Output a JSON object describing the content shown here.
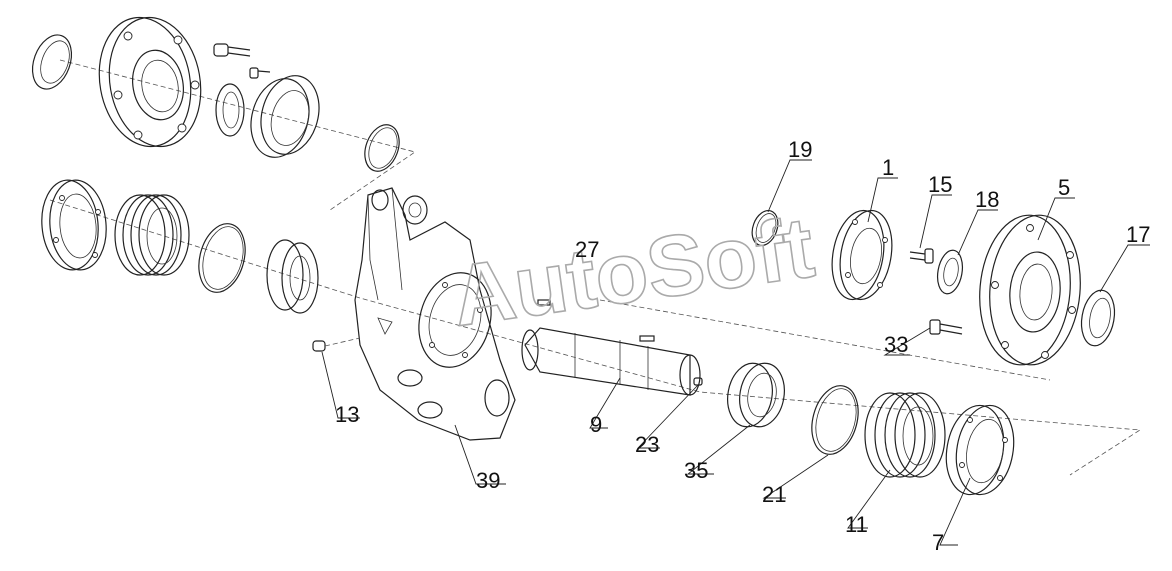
{
  "watermark": "AutoSoft",
  "callouts": [
    {
      "label": "1"
    },
    {
      "label": "5"
    },
    {
      "label": "7"
    },
    {
      "label": "9"
    },
    {
      "label": "11"
    },
    {
      "label": "13"
    },
    {
      "label": "15"
    },
    {
      "label": "17"
    },
    {
      "label": "18"
    },
    {
      "label": "19"
    },
    {
      "label": "21"
    },
    {
      "label": "23"
    },
    {
      "label": "27"
    },
    {
      "label": "33"
    },
    {
      "label": "35"
    },
    {
      "label": "39"
    }
  ]
}
